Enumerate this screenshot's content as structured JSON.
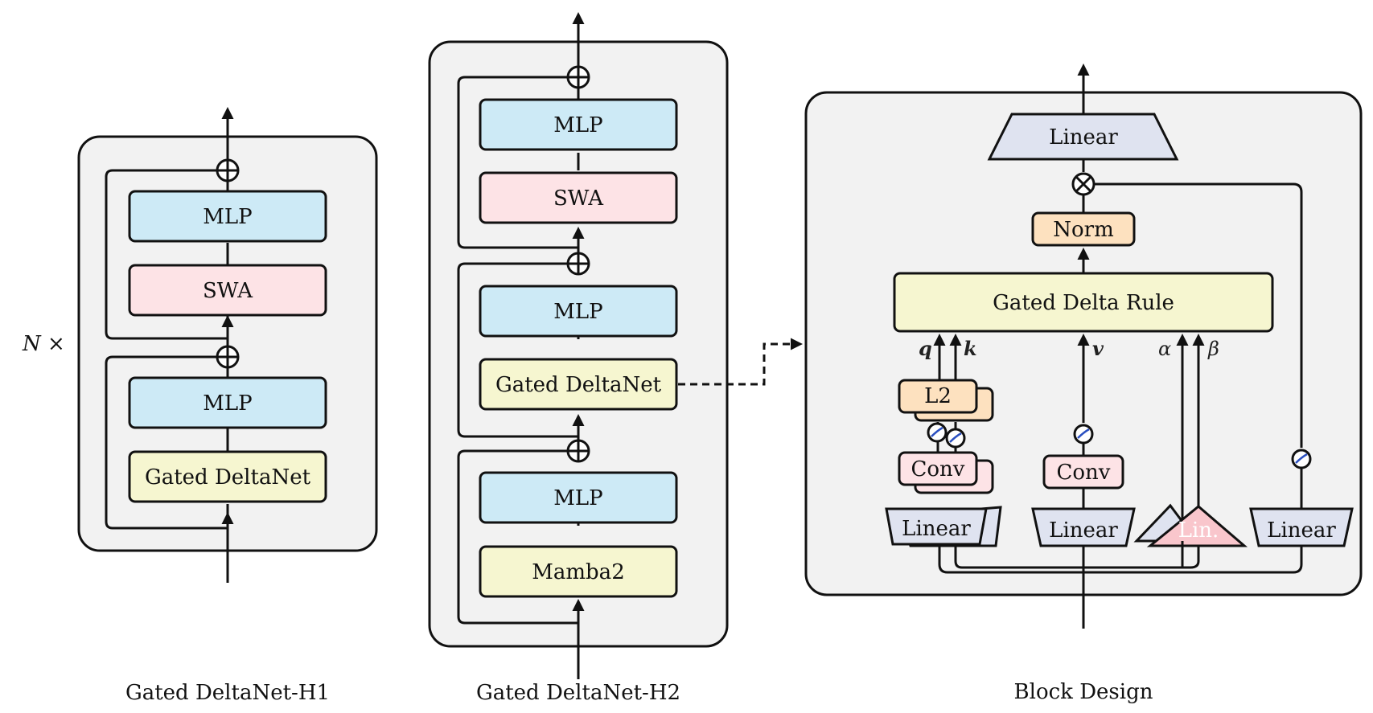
{
  "colors": {
    "mlp": "#cdeaf6",
    "swa": "#fde3e6",
    "gated": "#f6f6d0",
    "norm": "#fde1bf",
    "conv": "#fde3e6",
    "linear": "#dfe3f0",
    "lin_pink": "#f9c6cc",
    "panel": "#f2f2f2",
    "line": "#111111"
  },
  "h1": {
    "multiplier": "N ×",
    "blocks": [
      "MLP",
      "SWA",
      "MLP",
      "Gated DeltaNet"
    ],
    "caption": "Gated DeltaNet-H1"
  },
  "h2": {
    "blocks": [
      "MLP",
      "SWA",
      "MLP",
      "Gated DeltaNet",
      "MLP",
      "Mamba2"
    ],
    "caption": "Gated DeltaNet-H2"
  },
  "block": {
    "linear_top": "Linear",
    "norm": "Norm",
    "gated_delta_rule": "Gated Delta Rule",
    "l2": "L2",
    "conv_qk": "Conv",
    "conv_v": "Conv",
    "linear_qk": "Linear",
    "linear_v": "Linear",
    "lin_ab": "Lin.",
    "linear_gate": "Linear",
    "sym_q": "q",
    "sym_k": "k",
    "sym_v": "v",
    "sym_alpha": "α",
    "sym_beta": "β",
    "caption": "Block Design"
  }
}
